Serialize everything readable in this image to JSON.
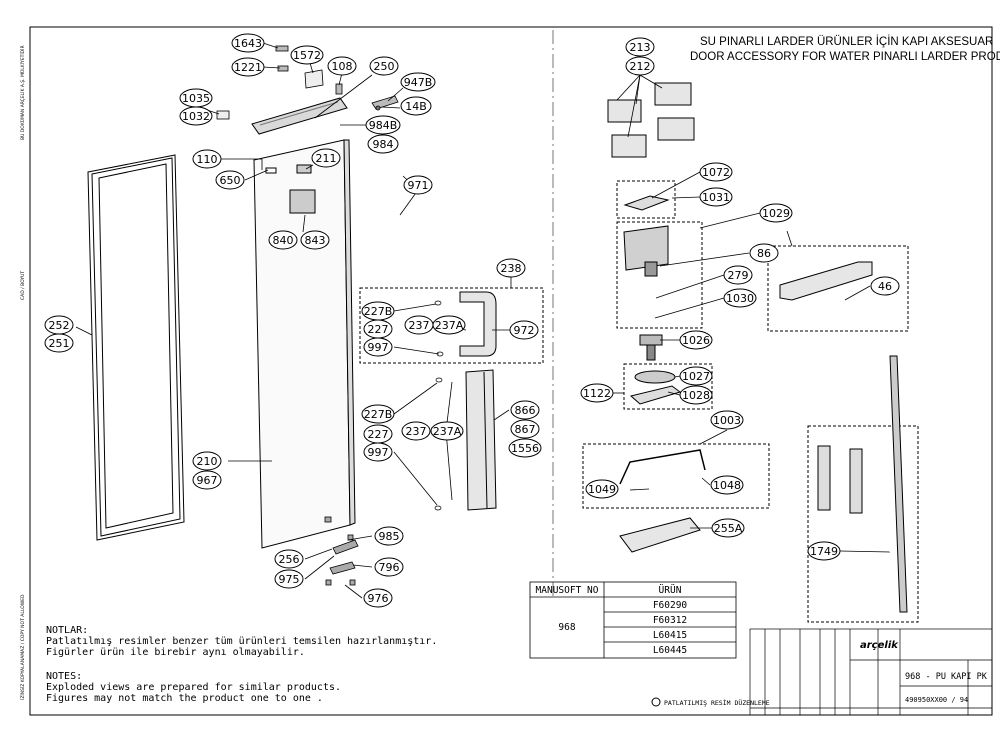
{
  "header": {
    "title_tr": "SU PINARLI LARDER ÜRÜNLER İÇİN KAPI AKSESUAR",
    "title_en": "DOOR ACCESSORY FOR WATER PINARLI LARDER PRODUCTS"
  },
  "callouts": {
    "c1643": "1643",
    "c1221": "1221",
    "c1572": "1572",
    "c108": "108",
    "c250": "250",
    "c947B": "947B",
    "c14B": "14B",
    "c984B": "984B",
    "c984": "984",
    "c1035": "1035",
    "c1032": "1032",
    "c110": "110",
    "c211": "211",
    "c650": "650",
    "c971": "971",
    "c840": "840",
    "c843": "843",
    "c238": "238",
    "c252": "252",
    "c251": "251",
    "c227B_1": "227B",
    "c227_1": "227",
    "c997_1": "997",
    "c237_1": "237",
    "c237A_1": "237A",
    "c972": "972",
    "c227B_2": "227B",
    "c227_2": "227",
    "c997_2": "997",
    "c237_2": "237",
    "c237A_2": "237A",
    "c866": "866",
    "c867": "867",
    "c1556": "1556",
    "c210": "210",
    "c967": "967",
    "c985": "985",
    "c256": "256",
    "c975": "975",
    "c796": "796",
    "c976": "976",
    "c213": "213",
    "c212": "212",
    "c1072": "1072",
    "c1031": "1031",
    "c1029": "1029",
    "c86": "86",
    "c279": "279",
    "c1030": "1030",
    "c46": "46",
    "c1026": "1026",
    "c1027": "1027",
    "c1122": "1122",
    "c1028": "1028",
    "c1003": "1003",
    "c1049": "1049",
    "c1048": "1048",
    "c255A": "255A",
    "c1749": "1749"
  },
  "model_table": {
    "headers": [
      "MANUSOFT NO",
      "ÜRÜN"
    ],
    "model": "968",
    "products": [
      "F60290",
      "F60312",
      "L60415",
      "L60445"
    ]
  },
  "notes": {
    "tr_heading": "NOTLAR:",
    "tr_line1": "Patlatılmış resimler benzer tüm ürünleri temsilen hazırlanmıştır.",
    "tr_line2": "Figürler ürün ile birebir aynı olmayabilir.",
    "en_heading": "NOTES:",
    "en_line1": "Exploded views are prepared for similar products.",
    "en_line2": "Figures may not match the product one to one ."
  },
  "footer": {
    "stamp": "PATLATILMIŞ RESİM DÜZENLEME",
    "brand": "arçelik",
    "drawing_title": "968 - PU KAPI PK",
    "drawing_no": "490950XX00 / 94"
  },
  "colors": {
    "line": "#000000",
    "dim_line": "#333333",
    "part_fill": "#d9d9d9",
    "part_dark": "#8c8c8c"
  }
}
